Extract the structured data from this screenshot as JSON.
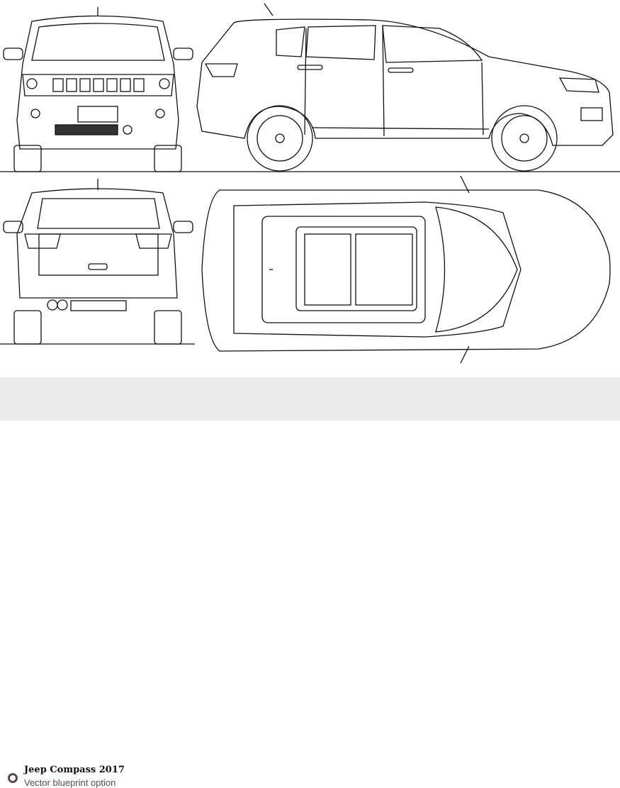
{
  "caption": {
    "title": "Jeep Compass 2017",
    "subtitle": "Vector blueprint option",
    "bullet_icon": "ring-bullet-icon",
    "bullet_color": "#5a4750",
    "background": "#ececec"
  },
  "blueprint": {
    "views": [
      "front",
      "side",
      "rear",
      "top"
    ]
  }
}
